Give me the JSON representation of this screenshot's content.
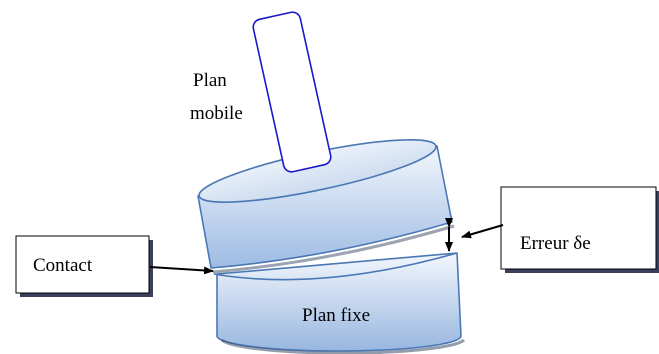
{
  "labels": {
    "plan_mobile_line1": "Plan",
    "plan_mobile_line2": "mobile",
    "contact": "Contact",
    "erreur": "Erreur δe",
    "plan_fixe": "Plan fixe"
  },
  "colors": {
    "fill_light": "#eef4fb",
    "fill_dark": "#9dbbe3",
    "edge": "#4a78b5",
    "bar_stroke": "#1a1acc",
    "box_shadow": "#3a3f5c",
    "arrow": "#000000"
  }
}
